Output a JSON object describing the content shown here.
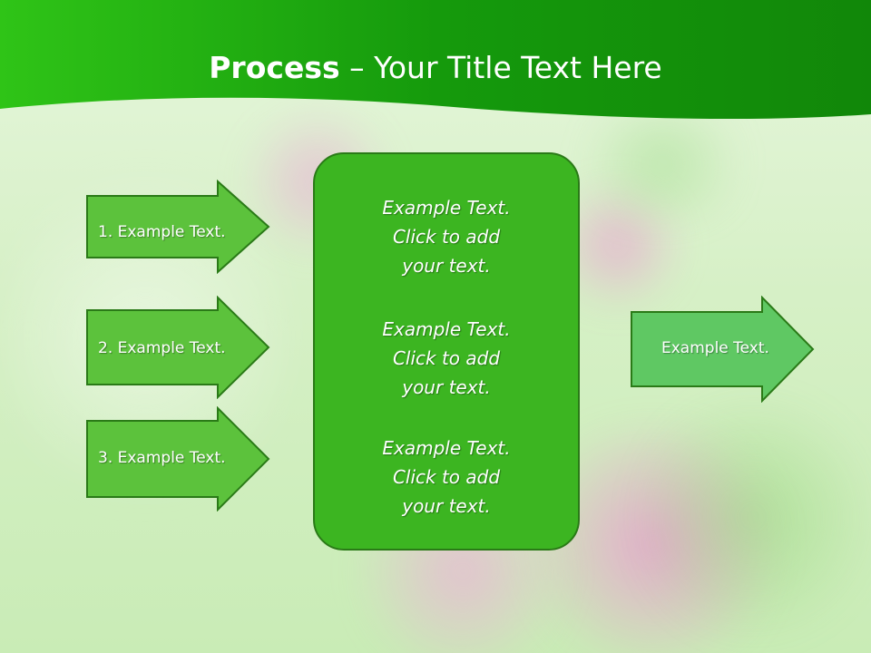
{
  "slide": {
    "title": {
      "bold": "Process",
      "rest": " – Your Title Text Here"
    },
    "input_arrows": [
      {
        "label": "1. Example Text."
      },
      {
        "label": "2. Example Text."
      },
      {
        "label": "3. Example Text."
      }
    ],
    "center_box": {
      "blocks": [
        {
          "lines": [
            "Example Text.",
            "Click  to add",
            "your text."
          ]
        },
        {
          "lines": [
            "Example Text.",
            "Click  to add",
            "your text."
          ]
        },
        {
          "lines": [
            "Example Text.",
            "Click  to add",
            "your text."
          ]
        }
      ]
    },
    "output_arrow": {
      "label": "Example Text."
    }
  },
  "colors": {
    "header_green": "#22b712",
    "input_arrow_fill": "#5cc23c",
    "output_arrow_fill": "#5fc863",
    "center_fill": "#3cb521",
    "border_dark_green": "#2a7a17"
  }
}
